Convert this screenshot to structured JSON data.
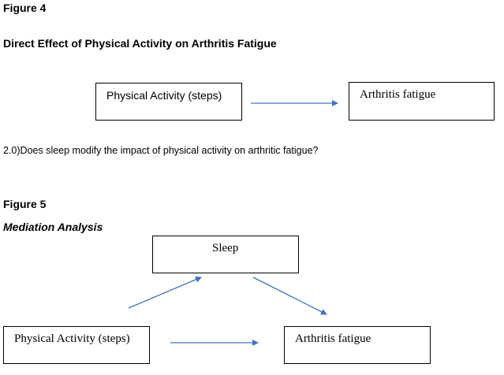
{
  "figure4": {
    "label": "Figure 4",
    "title": "Direct Effect of Physical Activity on Arthritis Fatigue",
    "box_left": "Physical Activity (steps)",
    "box_right": "Arthritis fatigue"
  },
  "question": "2.0)Does sleep modify the impact of physical activity on arthritic fatigue?",
  "figure5": {
    "label": "Figure 5",
    "title": "Mediation Analysis",
    "box_top": "Sleep",
    "box_left": "Physical Activity (steps)",
    "box_right": "Arthritis fatigue"
  },
  "colors": {
    "arrow": "#4472C4",
    "border": "#000000"
  }
}
